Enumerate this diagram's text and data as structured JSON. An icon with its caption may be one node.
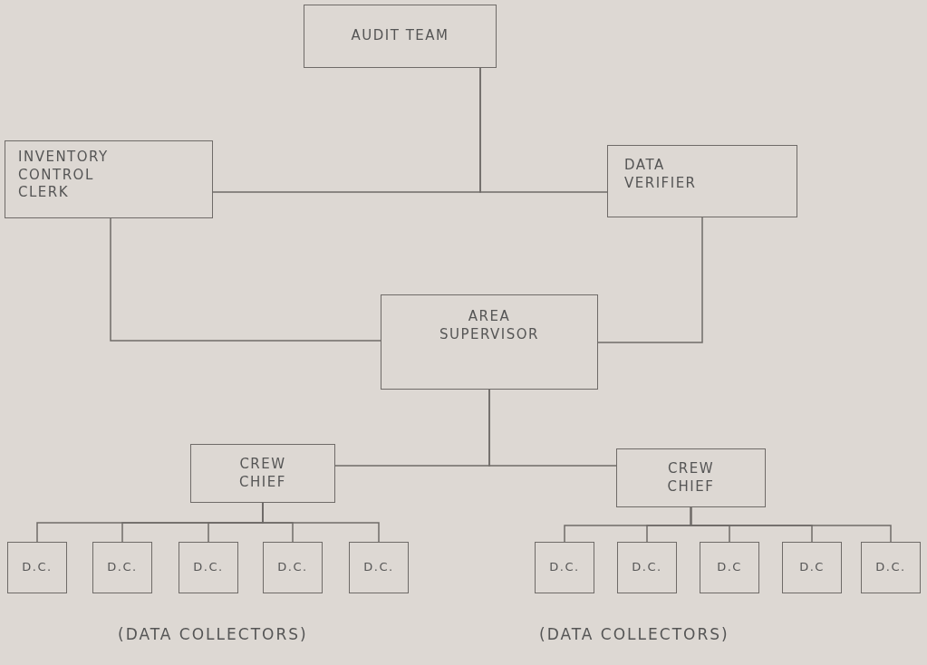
{
  "diagram": {
    "nodes": [
      {
        "text": [
          "AUDIT TEAM"
        ]
      },
      {
        "text": [
          "INVENTORY CONTROL CLERK"
        ]
      },
      {
        "text": [
          "DATA VERIFIER"
        ]
      },
      {
        "text": [
          "AREA SUPERVISOR"
        ]
      },
      {
        "text": [
          "CREW CHIEF"
        ]
      },
      {
        "text": [
          "CREW CHIEF"
        ]
      },
      {
        "text": [
          "D.C."
        ]
      },
      {
        "text": [
          "D.C."
        ]
      },
      {
        "text": [
          "D.C."
        ]
      },
      {
        "text": [
          "D.C."
        ]
      },
      {
        "text": [
          "D.C."
        ]
      },
      {
        "text": [
          "D.C."
        ]
      },
      {
        "text": [
          "D.C."
        ]
      },
      {
        "text": [
          "D.C"
        ]
      },
      {
        "text": [
          "D.C"
        ]
      },
      {
        "text": [
          "D.C."
        ]
      }
    ],
    "edges": [
      {
        "from": 0,
        "to": 1,
        "arrow": "none"
      },
      {
        "from": 0,
        "to": 2,
        "arrow": "none"
      },
      {
        "from": 1,
        "to": 3,
        "arrow": "none"
      },
      {
        "from": 2,
        "to": 3,
        "arrow": "none"
      },
      {
        "from": 3,
        "to": 4,
        "arrow": "none"
      },
      {
        "from": 3,
        "to": 5,
        "arrow": "none"
      },
      {
        "from": 4,
        "to": 6,
        "arrow": "none"
      },
      {
        "from": 4,
        "to": 7,
        "arrow": "none"
      },
      {
        "from": 4,
        "to": 8,
        "arrow": "none"
      },
      {
        "from": 4,
        "to": 9,
        "arrow": "none"
      },
      {
        "from": 4,
        "to": 10,
        "arrow": "none"
      },
      {
        "from": 5,
        "to": 11,
        "arrow": "none"
      },
      {
        "from": 5,
        "to": 12,
        "arrow": "none"
      },
      {
        "from": 5,
        "to": 13,
        "arrow": "none"
      },
      {
        "from": 5,
        "to": 14,
        "arrow": "none"
      },
      {
        "from": 5,
        "to": 15,
        "arrow": "none"
      }
    ],
    "labels": [
      "(DATA COLLECTORS)",
      "(DATA COLLECTORS)"
    ]
  }
}
